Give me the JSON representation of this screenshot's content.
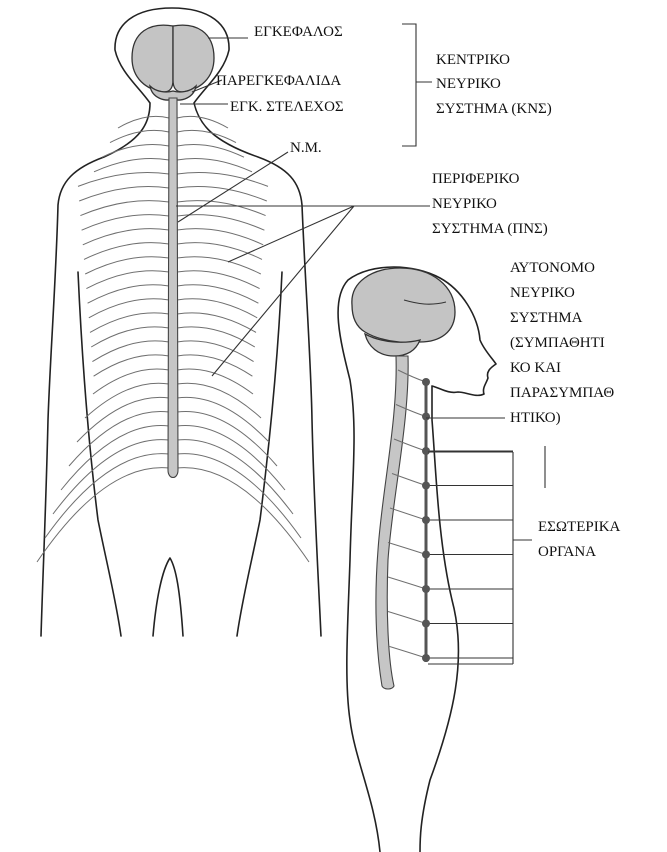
{
  "labels": {
    "brain": "ΕΓΚΕΦΑΛΟΣ",
    "cerebellum": "ΠΑΡΕΓΚΕΦΑΛΙΔΑ",
    "brainstem": "ΕΓΚ. ΣΤΕΛΕΧΟΣ",
    "spinal_cord": "Ν.Μ.",
    "cns": [
      "ΚΕΝΤΡΙΚΟ",
      "ΝΕΥΡΙΚΟ",
      "ΣΥΣΤΗΜΑ (ΚΝΣ)"
    ],
    "pns": [
      "ΠΕΡΙΦΕΡΙΚΟ",
      "ΝΕΥΡΙΚΟ",
      "ΣΥΣΤΗΜΑ (ΠΝΣ)"
    ],
    "ans": [
      "ΑΥΤΟΝΟΜΟ",
      "ΝΕΥΡΙΚΟ",
      "ΣΥΣΤΗΜΑ",
      "(ΣΥΜΠΑΘΗΤΙ",
      "ΚΟ ΚΑΙ",
      "ΠΑΡΑΣΥΜΠΑΘ",
      "ΗΤΙΚΟ)"
    ],
    "organs": [
      "ΕΣΩΤΕΡΙΚΑ",
      "ΟΡΓΑΝΑ"
    ]
  },
  "colors": {
    "brain_fill": "#c4c4c4",
    "cord_fill": "#c6c6c6",
    "outline": "#222222",
    "nerve": "#6f6f6f",
    "chain": "#555555"
  }
}
